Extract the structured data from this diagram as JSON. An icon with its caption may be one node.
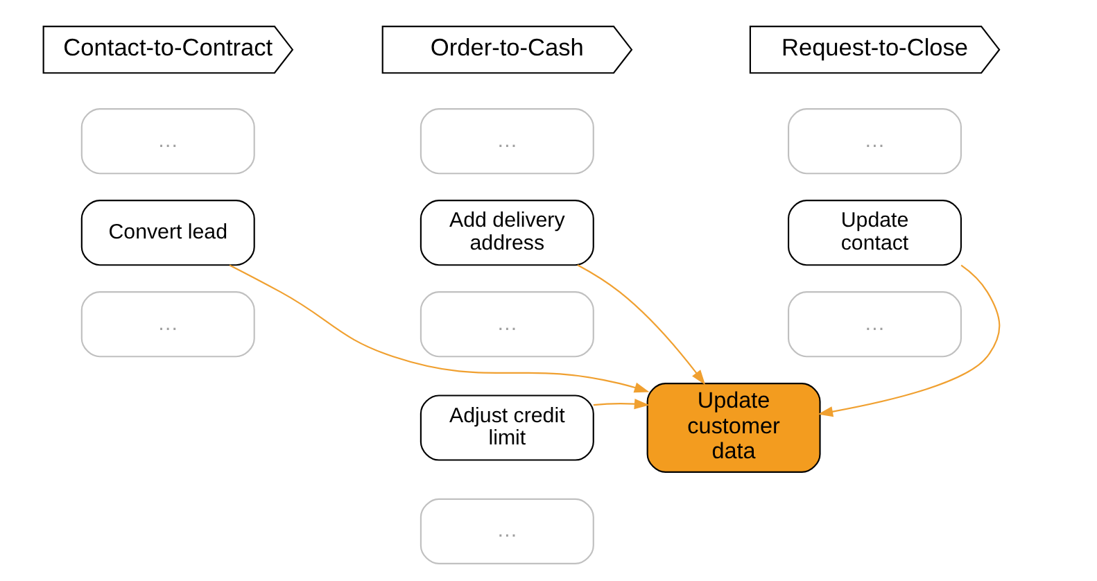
{
  "diagram": {
    "nodes": [
      {
        "text": [
          "Contact-to-Contract"
        ]
      },
      {
        "text": [
          "Order-to-Cash"
        ]
      },
      {
        "text": [
          "Request-to-Close"
        ]
      },
      {
        "text": [
          "…"
        ]
      },
      {
        "text": [
          "Convert lead"
        ]
      },
      {
        "text": [
          "…"
        ]
      },
      {
        "text": [
          "…"
        ]
      },
      {
        "text": [
          "Add delivery address"
        ]
      },
      {
        "text": [
          "…"
        ]
      },
      {
        "text": [
          "Adjust credit limit"
        ]
      },
      {
        "text": [
          "…"
        ]
      },
      {
        "text": [
          "…"
        ]
      },
      {
        "text": [
          "Update contact"
        ]
      },
      {
        "text": [
          "…"
        ]
      },
      {
        "text": [
          "Update customer data"
        ]
      }
    ],
    "edges": [
      {
        "from": 4,
        "to": 14,
        "arrow": "to"
      },
      {
        "from": 7,
        "to": 14,
        "arrow": "to"
      },
      {
        "from": 12,
        "to": 14,
        "arrow": "to"
      },
      {
        "from": 9,
        "to": 14,
        "arrow": "to"
      }
    ]
  }
}
